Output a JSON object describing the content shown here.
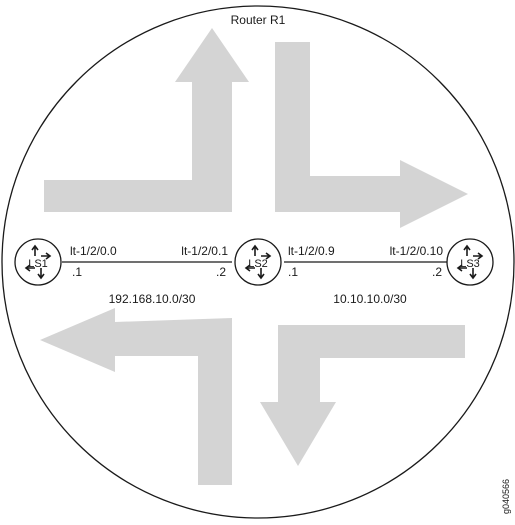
{
  "router_title": "Router R1",
  "devices": {
    "ls1": "LS1",
    "ls2": "LS2",
    "ls3": "LS3"
  },
  "interfaces": {
    "ls1_left": "lt-1/2/0.0",
    "ls2_left": "lt-1/2/0.1",
    "ls2_right": "lt-1/2/0.9",
    "ls3_right": "lt-1/2/0.10"
  },
  "host_ids": {
    "ls1": ".1",
    "ls2_left": ".2",
    "ls2_right": ".1",
    "ls3": ".2"
  },
  "subnets": {
    "left": "192.168.10.0/30",
    "right": "10.10.10.0/30"
  },
  "figure_id": "g040566",
  "colors": {
    "arrow_fill": "#d4d4d4",
    "line": "#1a1a1a"
  }
}
